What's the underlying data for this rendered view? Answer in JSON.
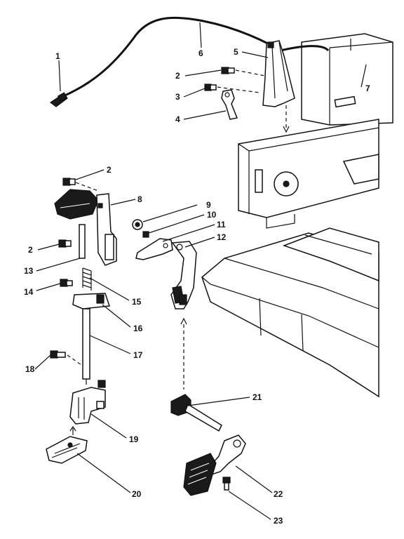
{
  "diagram": {
    "callouts": [
      {
        "id": "c1",
        "text": "1"
      },
      {
        "id": "c2a",
        "text": "2"
      },
      {
        "id": "c2b",
        "text": "2"
      },
      {
        "id": "c2c",
        "text": "2"
      },
      {
        "id": "c3",
        "text": "3"
      },
      {
        "id": "c4",
        "text": "4"
      },
      {
        "id": "c5",
        "text": "5"
      },
      {
        "id": "c6",
        "text": "6"
      },
      {
        "id": "c7",
        "text": "7"
      },
      {
        "id": "c8",
        "text": "8"
      },
      {
        "id": "c9",
        "text": "9"
      },
      {
        "id": "c10",
        "text": "10"
      },
      {
        "id": "c11",
        "text": "11"
      },
      {
        "id": "c12",
        "text": "12"
      },
      {
        "id": "c13",
        "text": "13"
      },
      {
        "id": "c14",
        "text": "14"
      },
      {
        "id": "c15",
        "text": "15"
      },
      {
        "id": "c16",
        "text": "16"
      },
      {
        "id": "c17",
        "text": "17"
      },
      {
        "id": "c18",
        "text": "18"
      },
      {
        "id": "c19",
        "text": "19"
      },
      {
        "id": "c20",
        "text": "20"
      },
      {
        "id": "c21",
        "text": "21"
      },
      {
        "id": "c22",
        "text": "22"
      },
      {
        "id": "c23",
        "text": "23"
      }
    ]
  }
}
